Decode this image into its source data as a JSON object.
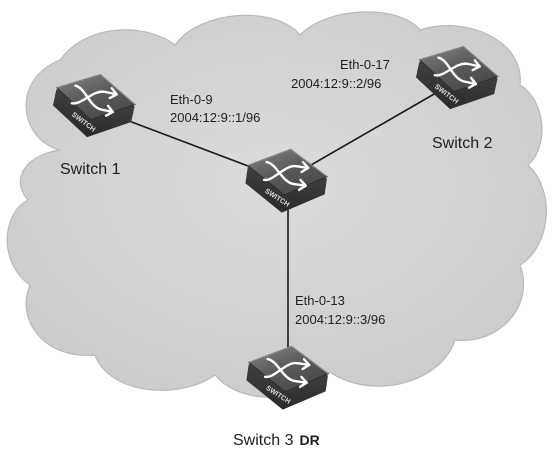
{
  "switches": {
    "switch1": {
      "name": "Switch 1",
      "icon_text": "SWITCH"
    },
    "switch2": {
      "name": "Switch 2",
      "icon_text": "SWITCH"
    },
    "switch3": {
      "name": "Switch 3",
      "role": "DR",
      "icon_text": "SWITCH"
    },
    "core": {
      "icon_text": "SWITCH"
    }
  },
  "links": {
    "core_to_switch1": {
      "interface": "Eth-0-9",
      "address": "2004:12:9::1/96"
    },
    "core_to_switch2": {
      "interface": "Eth-0-17",
      "address": "2004:12:9::2/96"
    },
    "core_to_switch3": {
      "interface": "Eth-0-13",
      "address": "2004:12:9::3/96"
    }
  },
  "colors": {
    "cloud_fill": "#d3d3d3",
    "link_line": "#1a1a1a",
    "switch_top": "#5a5a5a",
    "switch_side": "#3a3a3a",
    "text": "#222222"
  },
  "icons": {
    "switch": "switch-icon",
    "background": "cloud-shape"
  }
}
